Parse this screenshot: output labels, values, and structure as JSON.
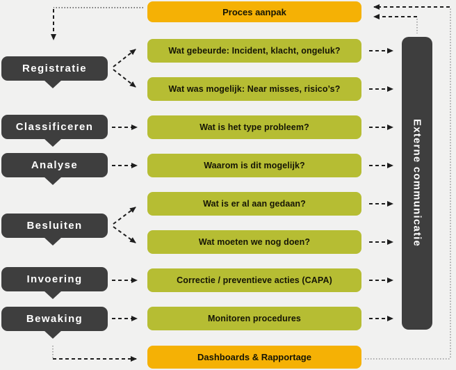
{
  "colors": {
    "background": "#f1f1f0",
    "orange": "#f5b105",
    "green": "#b6bd33",
    "dark": "#3e3e3e",
    "text_dark": "#151505",
    "text_light": "#ffffff",
    "arrow": "#1d1d1d",
    "dotted_dark": "#4a4a4a",
    "dotted_light": "#949494"
  },
  "top_box": {
    "label": "Proces aanpak"
  },
  "bottom_box": {
    "label": "Dashboards & Rapportage"
  },
  "right_box": {
    "label": "Externe communicatie"
  },
  "stages": [
    {
      "label": "Registratie"
    },
    {
      "label": "Classificeren"
    },
    {
      "label": "Analyse"
    },
    {
      "label": "Besluiten"
    },
    {
      "label": "Invoering"
    },
    {
      "label": "Bewaking"
    }
  ],
  "questions": [
    "Wat gebeurde: Incident, klacht, ongeluk?",
    "Wat was mogelijk: Near misses, risico’s?",
    "Wat is het type probleem?",
    "Waarom is dit mogelijk?",
    "Wat is er al aan gedaan?",
    "Wat moeten we nog doen?",
    "Correctie / preventieve acties (CAPA)",
    "Monitoren procedures"
  ]
}
